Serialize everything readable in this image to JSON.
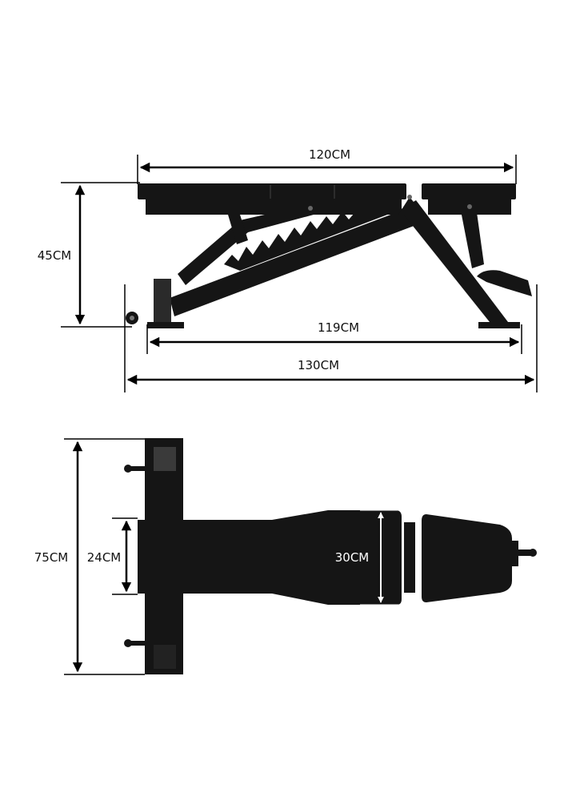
{
  "side_view": {
    "seat_length": "120CM",
    "height": "45CM",
    "foot_span": "119CM",
    "total_length": "130CM"
  },
  "top_view": {
    "base_width": "75CM",
    "seat_width": "24CM",
    "back_width": "30CM"
  },
  "colors": {
    "equipment": "#151515",
    "dimension": "#000000",
    "highlight": "#ffffff"
  }
}
